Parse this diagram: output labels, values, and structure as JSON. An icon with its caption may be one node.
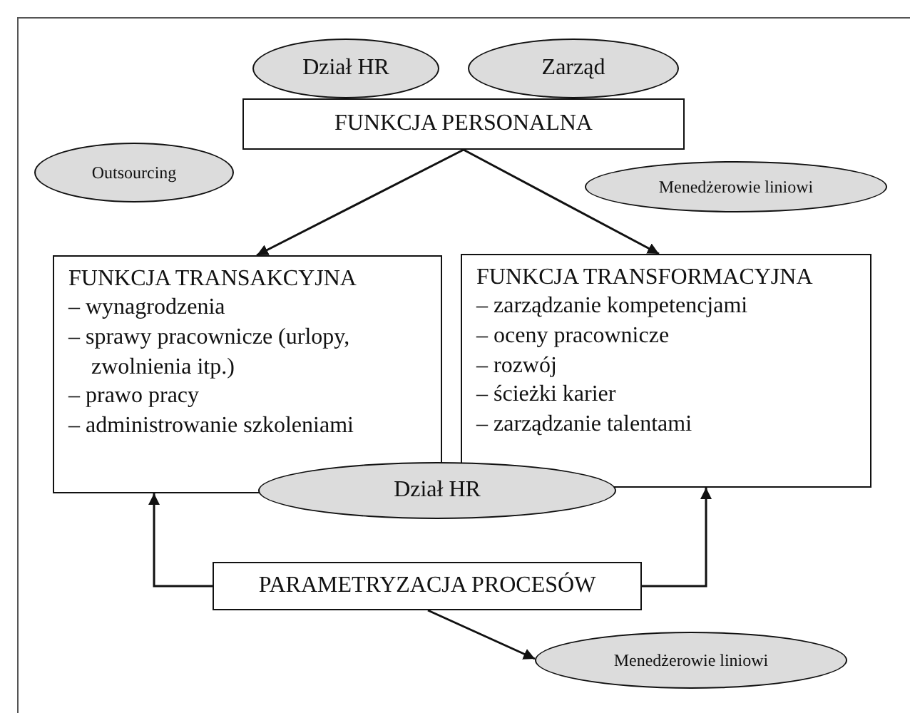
{
  "diagram": {
    "nodes": [
      {
        "text": [
          "Dział HR"
        ]
      },
      {
        "text": [
          "Zarząd"
        ]
      },
      {
        "text": [
          "FUNKCJA PERSONALNA"
        ]
      },
      {
        "text": [
          "Outsourcing"
        ]
      },
      {
        "text": [
          "Menedżerowie liniowi"
        ]
      },
      {
        "text": [
          "FUNKCJA TRANSAKCYJNA",
          "– wynagrodzenia",
          "– sprawy pracownicze (urlopy, zwolnienia itp.)",
          "– prawo pracy",
          "– administrowanie szkoleniami"
        ]
      },
      {
        "text": [
          "FUNKCJA TRANSFORMACYJNA",
          "– zarządzanie kompetencjami",
          "– oceny pracownicze",
          "– rozwój",
          "– ścieżki karier",
          "– zarządzanie talentami"
        ]
      },
      {
        "text": [
          "Dział HR"
        ]
      },
      {
        "text": [
          "PARAMETRYZACJA PROCESÓW"
        ]
      },
      {
        "text": [
          "Menedżerowie liniowi"
        ]
      }
    ],
    "edges": [
      {
        "from": 2,
        "to": 5,
        "arrow": "to"
      },
      {
        "from": 2,
        "to": 6,
        "arrow": "to"
      },
      {
        "from": 8,
        "to": 5,
        "arrow": "to"
      },
      {
        "from": 8,
        "to": 6,
        "arrow": "to"
      },
      {
        "from": 8,
        "to": 9,
        "arrow": "to"
      }
    ]
  }
}
